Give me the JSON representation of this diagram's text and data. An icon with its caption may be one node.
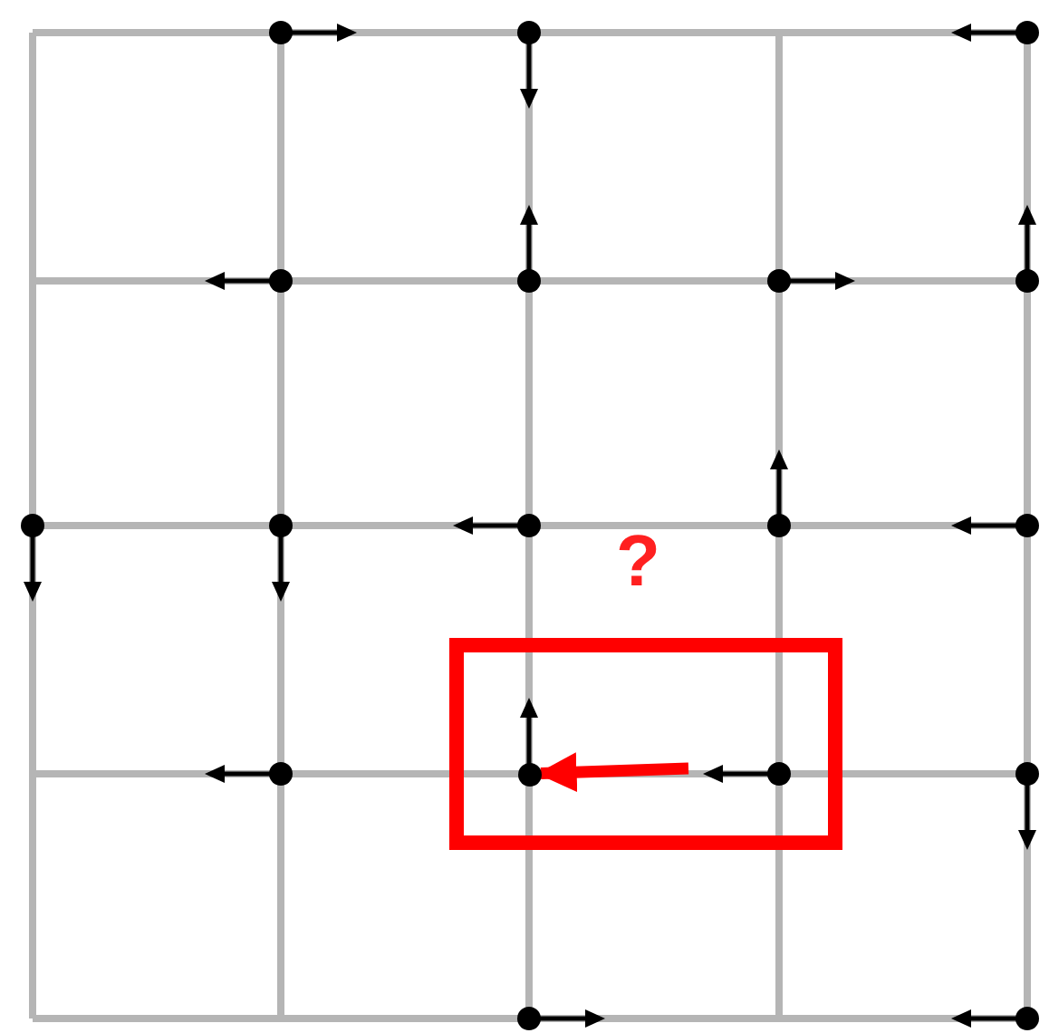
{
  "diagram": {
    "nodes": [
      {
        "text": [],
        "shape": "box"
      },
      {
        "text": [],
        "shape": "circle",
        "in": 0
      }
    ],
    "edges": [
      {
        "from": null,
        "to": 1,
        "arrow": "to",
        "color": "#ff0000"
      }
    ],
    "labels": [
      "?"
    ]
  }
}
